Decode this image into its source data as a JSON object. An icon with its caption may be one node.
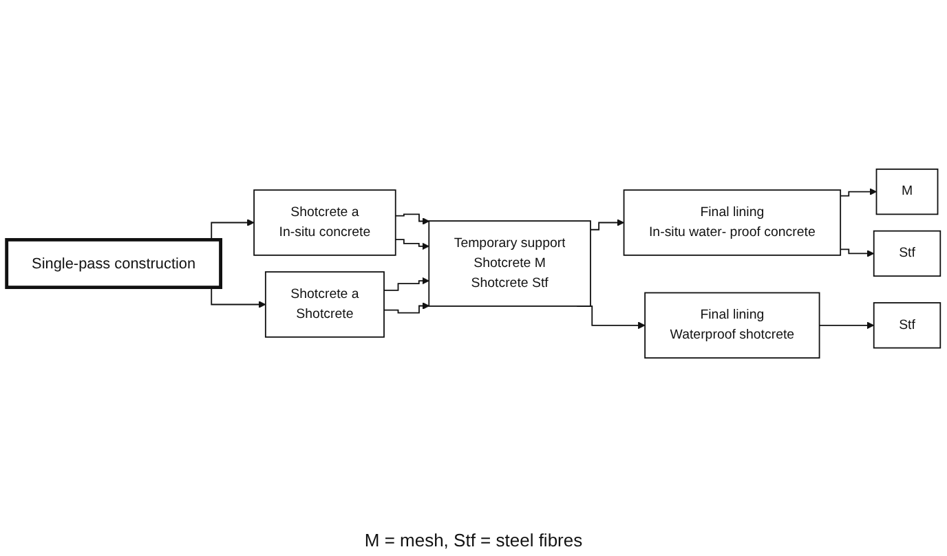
{
  "diagram": {
    "nodes": [
      {
        "text": [
          "Shotcrete a",
          "In-situ concrete"
        ]
      },
      {
        "text": [
          "Single-pass construction"
        ]
      },
      {
        "text": [
          "Shotcrete a",
          "Shotcrete"
        ]
      },
      {
        "text": [
          "Temporary support",
          "Shotcrete M",
          "Shotcrete Stf"
        ]
      },
      {
        "text": [
          "Final lining",
          "In-situ water- proof concrete"
        ]
      },
      {
        "text": [
          "M"
        ]
      },
      {
        "text": [
          "Stf"
        ]
      },
      {
        "text": [
          "Final lining",
          "Waterproof shotcrete"
        ]
      },
      {
        "text": [
          "Stf"
        ]
      }
    ],
    "edges": [
      {
        "from": 1,
        "to": 0,
        "arrow": "to"
      },
      {
        "from": 1,
        "to": 2,
        "arrow": "to"
      },
      {
        "from": 0,
        "to": 3,
        "arrow": "to"
      },
      {
        "from": 0,
        "to": 3,
        "arrow": "to"
      },
      {
        "from": 2,
        "to": 3,
        "arrow": "to"
      },
      {
        "from": 2,
        "to": 3,
        "arrow": "to"
      },
      {
        "from": 3,
        "to": 4,
        "arrow": "to"
      },
      {
        "from": 3,
        "to": 7,
        "arrow": "to"
      },
      {
        "from": 4,
        "to": 5,
        "arrow": "to"
      },
      {
        "from": 4,
        "to": 6,
        "arrow": "to"
      },
      {
        "from": 7,
        "to": 8,
        "arrow": "to"
      }
    ],
    "labels": [
      "M = mesh, Stf = steel fibres"
    ]
  }
}
